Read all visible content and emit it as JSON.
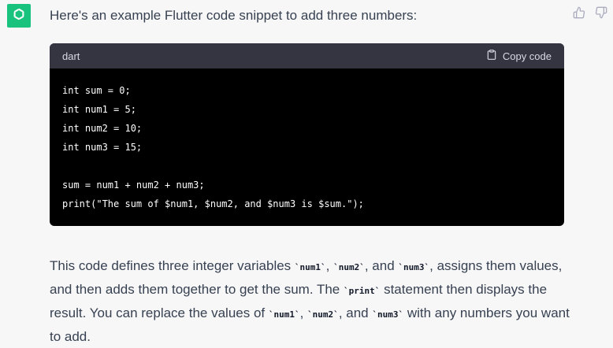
{
  "message": {
    "intro": "Here's an example Flutter code snippet to add three numbers:"
  },
  "code": {
    "language": "dart",
    "copy_label": "Copy code",
    "lines": [
      "int sum = 0;",
      "int num1 = 5;",
      "int num2 = 10;",
      "int num3 = 15;",
      "",
      "sum = num1 + num2 + num3;",
      "print(\"The sum of $num1, $num2, and $num3 is $sum.\");"
    ]
  },
  "explanation": {
    "t1": "This code defines three integer variables ",
    "c1": "`num1`",
    "t2": ", ",
    "c2": "`num2`",
    "t3": ", and ",
    "c3": "`num3`",
    "t4": ", assigns them values, and then adds them together to get the sum. The ",
    "c4": "`print`",
    "t5": " statement then displays the result. You can replace the values of ",
    "c5": "`num1`",
    "t6": ", ",
    "c6": "`num2`",
    "t7": ", and ",
    "c7": "`num3`",
    "t8": " with any numbers you want to add."
  },
  "colors": {
    "avatar_bg": "#19c37d",
    "page_bg": "#f7f7f8",
    "code_header_bg": "#343541",
    "code_bg": "#000000"
  },
  "icons": {
    "avatar": "openai-logo-icon",
    "like": "thumbs-up-icon",
    "dislike": "thumbs-down-icon",
    "copy": "clipboard-icon"
  }
}
